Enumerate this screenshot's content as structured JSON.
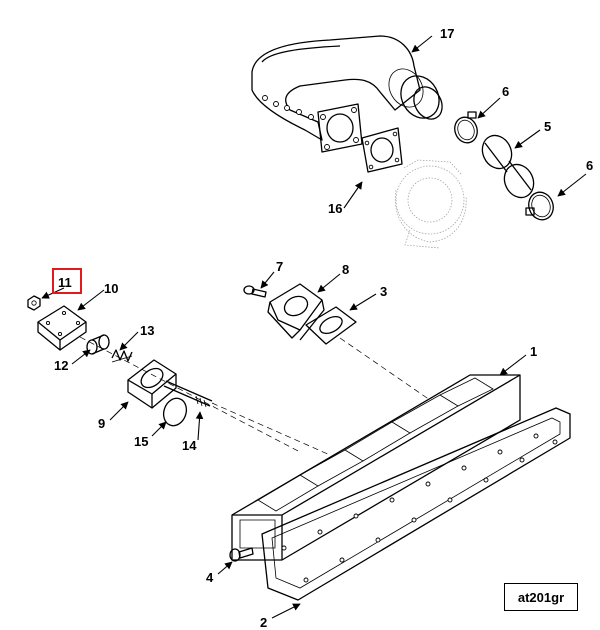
{
  "figure_id": "at201gr",
  "highlight_color": "#e01b1b",
  "highlighted_callout": "11",
  "callouts": [
    "1",
    "2",
    "3",
    "4",
    "5",
    "6",
    "6",
    "7",
    "8",
    "9",
    "10",
    "11",
    "12",
    "13",
    "14",
    "15",
    "16",
    "17"
  ]
}
